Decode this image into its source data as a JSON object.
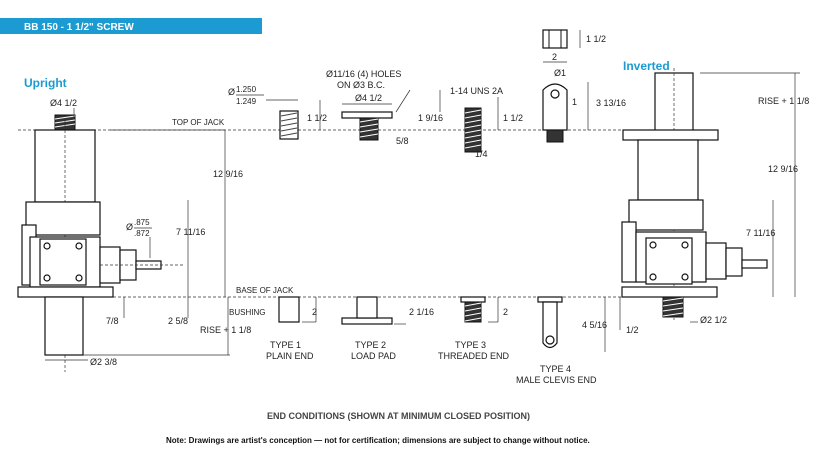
{
  "header": {
    "title": "BB 150 - 1 1/2\" SCREW",
    "color": "#1b9bd1"
  },
  "labels": {
    "upright": "Upright",
    "inverted": "Inverted"
  },
  "refs": {
    "top_of_jack": "TOP OF JACK",
    "base_of_jack": "BASE OF JACK",
    "bushing": "BUSHING"
  },
  "dims": {
    "up_dia_top": "Ø4 1/2",
    "up_height": "12 9/16",
    "up_shaft_dia_sym": "Ø",
    "up_shaft_dia_hi": ".875",
    "up_shaft_dia_lo": ".872",
    "up_shaft_height": "7 11/16",
    "up_base": "7/8",
    "up_base2": "2 5/8",
    "up_rise": "RISE + 1 1/8",
    "up_tube_dia": "Ø2 3/8",
    "t1_dia_sym": "Ø",
    "t1_dia_hi": "1.250",
    "t1_dia_lo": "1.249",
    "t1_len": "1 1/2",
    "t1_bottom": "2",
    "t2_holes": "Ø11/16 (4) HOLES",
    "t2_bc": "ON Ø3 B.C.",
    "t2_dia": "Ø4 1/2",
    "t2_h": "1 9/16",
    "t2_thk": "5/8",
    "t2_bottom": "2 1/16",
    "t3_thread": "1-14 UNS 2A",
    "t3_len": "1 1/2",
    "t3_quarter": "1/4",
    "t3_bottom": "2",
    "t4_h1": "1 1/2",
    "t4_w": "2",
    "t4_pin": "Ø1",
    "t4_one": "1",
    "t4_h2": "3 13/16",
    "t4_bottom": "4 5/16",
    "inv_rise": "RISE + 1 1/8",
    "inv_height": "12 9/16",
    "inv_shaft_height": "7 11/16",
    "inv_bottom_dia": "Ø2 1/2",
    "inv_half": "1/2"
  },
  "types": [
    {
      "line1": "TYPE 1",
      "line2": "PLAIN END"
    },
    {
      "line1": "TYPE 2",
      "line2": "LOAD PAD"
    },
    {
      "line1": "TYPE 3",
      "line2": "THREADED END"
    },
    {
      "line1": "TYPE 4",
      "line2": "MALE CLEVIS END"
    }
  ],
  "caption": "END CONDITIONS (SHOWN AT MINIMUM CLOSED POSITION)",
  "note": "Note: Drawings are artist's conception — not for certification; dimensions are subject to change without notice."
}
